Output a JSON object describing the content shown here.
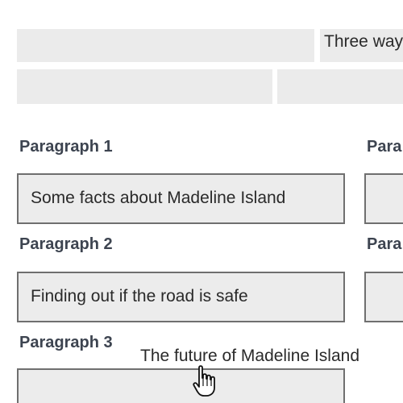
{
  "options_header": {
    "partial_text": "Three way"
  },
  "paragraphs": [
    {
      "label": "Paragraph 1",
      "answer": "Some facts about Madeline Island"
    },
    {
      "label": "Paragraph 2",
      "answer": "Finding out if the road is safe"
    },
    {
      "label": "Paragraph 3",
      "answer": ""
    }
  ],
  "right_column": {
    "labels": [
      "Para",
      "Para"
    ]
  },
  "dragging": {
    "text": "The future of Madeline Island"
  },
  "icons": {
    "cursor": "hand-pointer-icon"
  },
  "colors": {
    "box_fill": "#ececec",
    "box_border": "#6f6f6f",
    "label_text": "#3d4450",
    "placeholder_cell": "#ebebeb"
  }
}
